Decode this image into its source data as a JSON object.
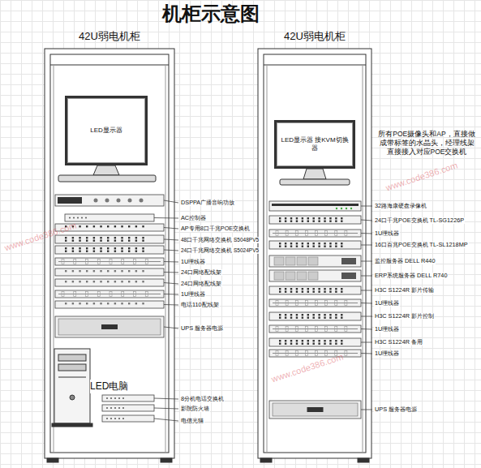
{
  "diagram": {
    "title": "机柜示意图",
    "nodes": [
      {
        "text": [
          "42U弱电机柜"
        ]
      },
      {
        "text": [
          "LED显示器"
        ],
        "in": 0
      },
      {
        "text": [
          "LED电脑"
        ],
        "in": 0
      },
      {
        "text": [
          "42U弱电机柜"
        ]
      },
      {
        "text": [
          "LED显示器 接KVM切换器"
        ],
        "in": 3
      }
    ],
    "labels": [
      "DSPPA广播音响功放",
      "AC控制器",
      "AP专用8口千兆POE交换机",
      "48口千兆网络交换机 S5048PV5",
      "24口千兆网络交换机 S5024PV5",
      "1U理线器",
      "24口网络配线架",
      "24口网络配线架",
      "1U理线器",
      "电话110配线架",
      "UPS 服务器电源",
      "8分机电话交换机",
      "影院防火墙",
      "电信光猫",
      "32路海康硬盘录像机",
      "24口千兆POE交换机 TL-SG1226P",
      "1U理线器",
      "16口百兆POE交换机 TL-SL1218MP",
      "监控服务器 DELL R440",
      "ERP系统服务器 DELL R740",
      "H3C S1224R 影片传输",
      "1U理线器",
      "H3C S1224R 影片控制",
      "1U理线器",
      "H3C S1224R 备用",
      "1U理线器",
      "UPS 服务器电源",
      "所有POE摄像头和AP，直接做成带标签的水晶头，经理线架直接接入对应POE交换机",
      "www.code386.com",
      "www.code386.com",
      "www.code386.com"
    ]
  }
}
